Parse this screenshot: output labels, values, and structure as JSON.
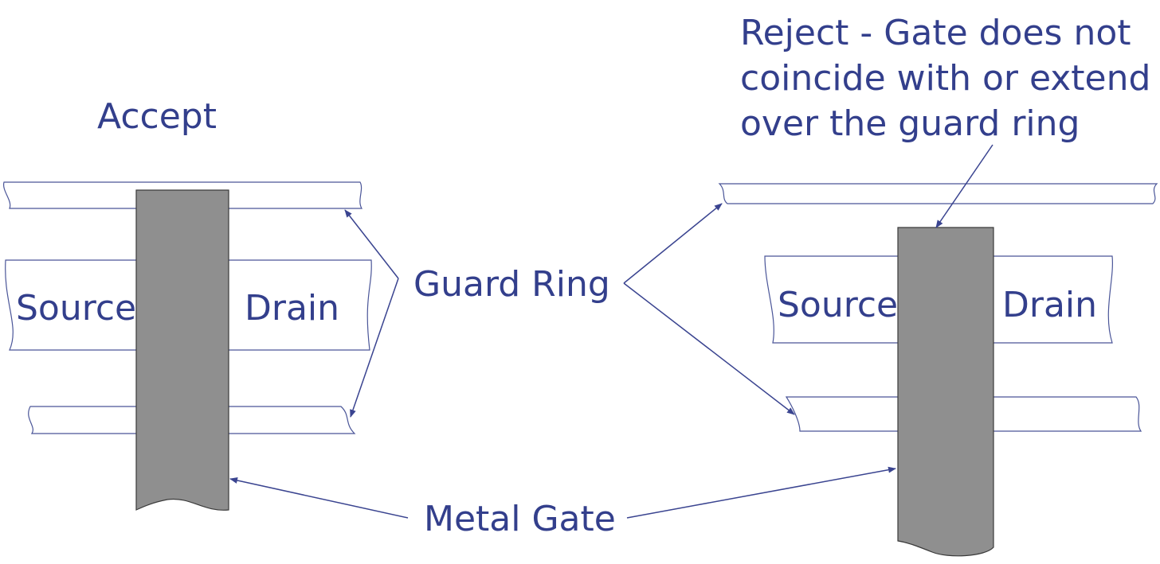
{
  "left": {
    "heading": "Accept",
    "source_label": "Source",
    "drain_label": "Drain"
  },
  "right": {
    "heading_lines": [
      "Reject - Gate does not",
      "coincide with or extend",
      "over the guard ring"
    ],
    "source_label": "Source",
    "drain_label": "Drain"
  },
  "guard_ring_label": "Guard Ring",
  "metal_gate_label": "Metal Gate",
  "colors": {
    "text": "#333f8c",
    "gate_fill": "#8f8f8f",
    "outline": "#4a5598"
  }
}
